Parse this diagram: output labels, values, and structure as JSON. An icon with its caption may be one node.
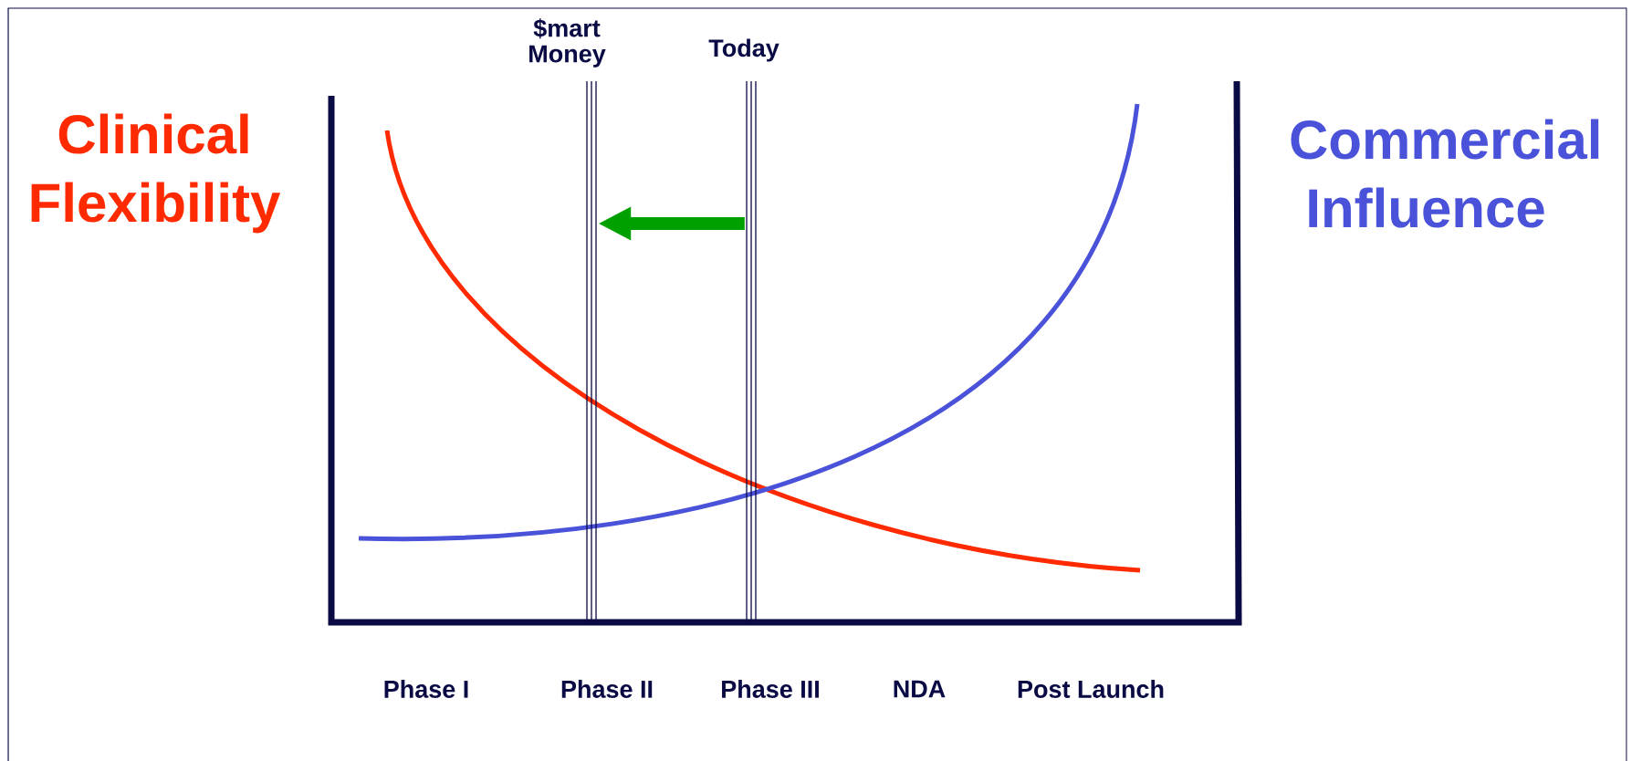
{
  "diagram": {
    "nodes": [
      {
        "text": [
          "$mart Money"
        ]
      },
      {
        "text": [
          "Today"
        ]
      }
    ],
    "edges": [
      {
        "from": 1,
        "to": 0,
        "arrow": "to",
        "color": "#00a000"
      }
    ],
    "labels": [
      "Clinical Flexibility",
      "Commercial Influence",
      "Phase I",
      "Phase II",
      "Phase III",
      "NDA",
      "Post Launch"
    ]
  }
}
